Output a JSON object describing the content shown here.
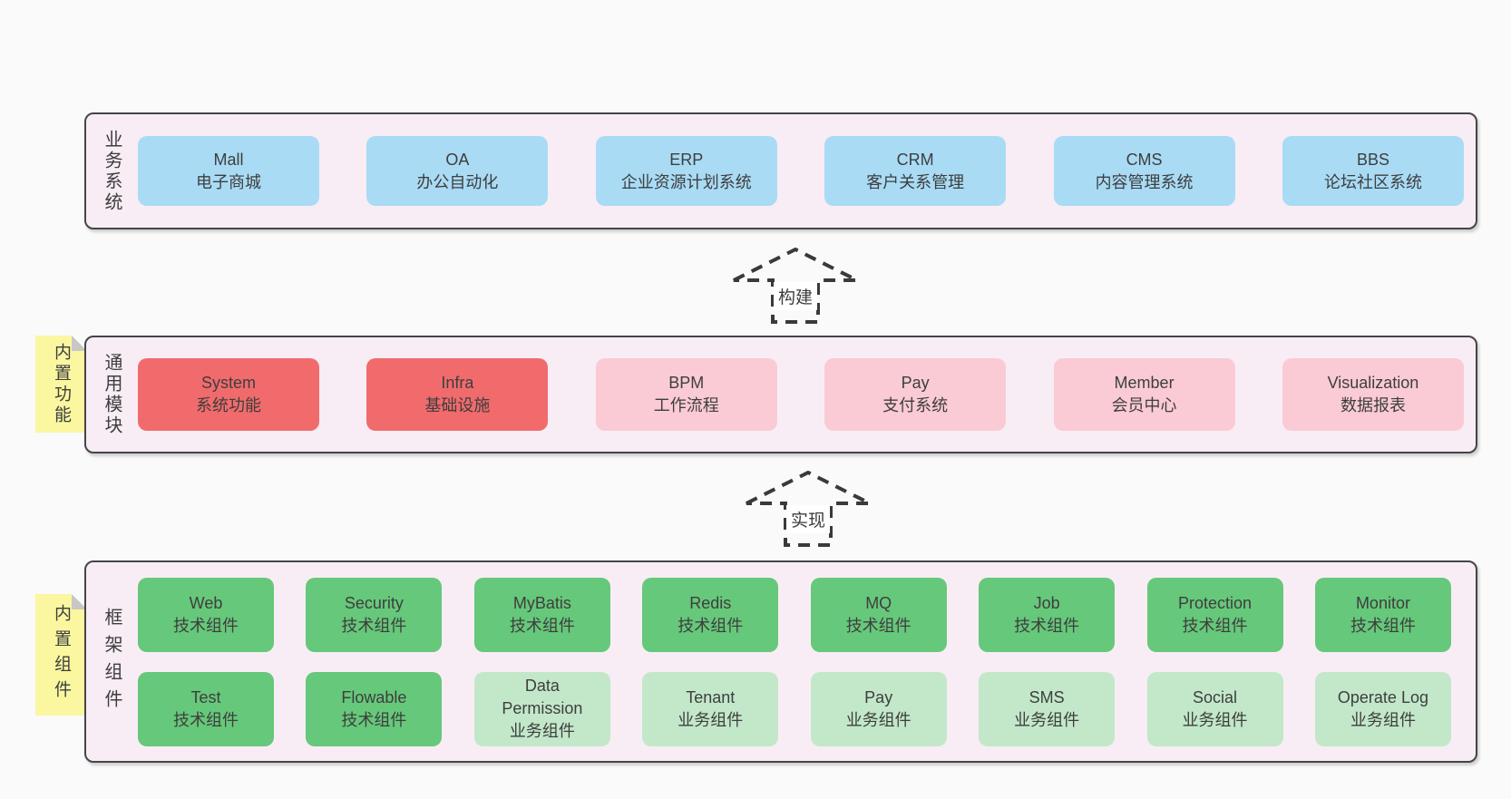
{
  "diagram": {
    "background": "#fafafa",
    "colors": {
      "layer_bg": "#f8edf5",
      "layer_border": "#454545",
      "blue": "#a9dbf5",
      "red": "#f16b6c",
      "pink": "#facbd4",
      "green": "#66c87a",
      "green_light": "#c2e8c9",
      "note_yellow": "#faf7a0",
      "note_fold": "#c7c7c7",
      "text": "#3e3e3e",
      "arrow_label_bg": "#ffffff"
    },
    "arrows": [
      {
        "label": "构建"
      },
      {
        "label": "实现"
      }
    ],
    "layers": [
      {
        "title": "业务系统",
        "note": "",
        "rows": [
          [
            {
              "name": "Mall",
              "subtitle": "电子商城",
              "variant": "blue"
            },
            {
              "name": "OA",
              "subtitle": "办公自动化",
              "variant": "blue"
            },
            {
              "name": "ERP",
              "subtitle": "企业资源计划系统",
              "variant": "blue"
            },
            {
              "name": "CRM",
              "subtitle": "客户关系管理",
              "variant": "blue"
            },
            {
              "name": "CMS",
              "subtitle": "内容管理系统",
              "variant": "blue"
            },
            {
              "name": "BBS",
              "subtitle": "论坛社区系统",
              "variant": "blue"
            }
          ]
        ]
      },
      {
        "title": "通用模块",
        "note": "内置功能",
        "rows": [
          [
            {
              "name": "System",
              "subtitle": "系统功能",
              "variant": "red"
            },
            {
              "name": "Infra",
              "subtitle": "基础设施",
              "variant": "red"
            },
            {
              "name": "BPM",
              "subtitle": "工作流程",
              "variant": "pink"
            },
            {
              "name": "Pay",
              "subtitle": "支付系统",
              "variant": "pink"
            },
            {
              "name": "Member",
              "subtitle": "会员中心",
              "variant": "pink"
            },
            {
              "name": "Visualization",
              "subtitle": "数据报表",
              "variant": "pink"
            }
          ]
        ]
      },
      {
        "title": "框架组件",
        "note": "内置组件",
        "rows": [
          [
            {
              "name": "Web",
              "subtitle": "技术组件",
              "variant": "green"
            },
            {
              "name": "Security",
              "subtitle": "技术组件",
              "variant": "green"
            },
            {
              "name": "MyBatis",
              "subtitle": "技术组件",
              "variant": "green"
            },
            {
              "name": "Redis",
              "subtitle": "技术组件",
              "variant": "green"
            },
            {
              "name": "MQ",
              "subtitle": "技术组件",
              "variant": "green"
            },
            {
              "name": "Job",
              "subtitle": "技术组件",
              "variant": "green"
            },
            {
              "name": "Protection",
              "subtitle": "技术组件",
              "variant": "green"
            },
            {
              "name": "Monitor",
              "subtitle": "技术组件",
              "variant": "green"
            }
          ],
          [
            {
              "name": "Test",
              "subtitle": "技术组件",
              "variant": "green"
            },
            {
              "name": "Flowable",
              "subtitle": "技术组件",
              "variant": "green"
            },
            {
              "name": "Data Permission",
              "subtitle": "业务组件",
              "variant": "green-light"
            },
            {
              "name": "Tenant",
              "subtitle": "业务组件",
              "variant": "green-light"
            },
            {
              "name": "Pay",
              "subtitle": "业务组件",
              "variant": "green-light"
            },
            {
              "name": "SMS",
              "subtitle": "业务组件",
              "variant": "green-light"
            },
            {
              "name": "Social",
              "subtitle": "业务组件",
              "variant": "green-light"
            },
            {
              "name": "Operate Log",
              "subtitle": "业务组件",
              "variant": "green-light"
            }
          ]
        ]
      }
    ]
  }
}
